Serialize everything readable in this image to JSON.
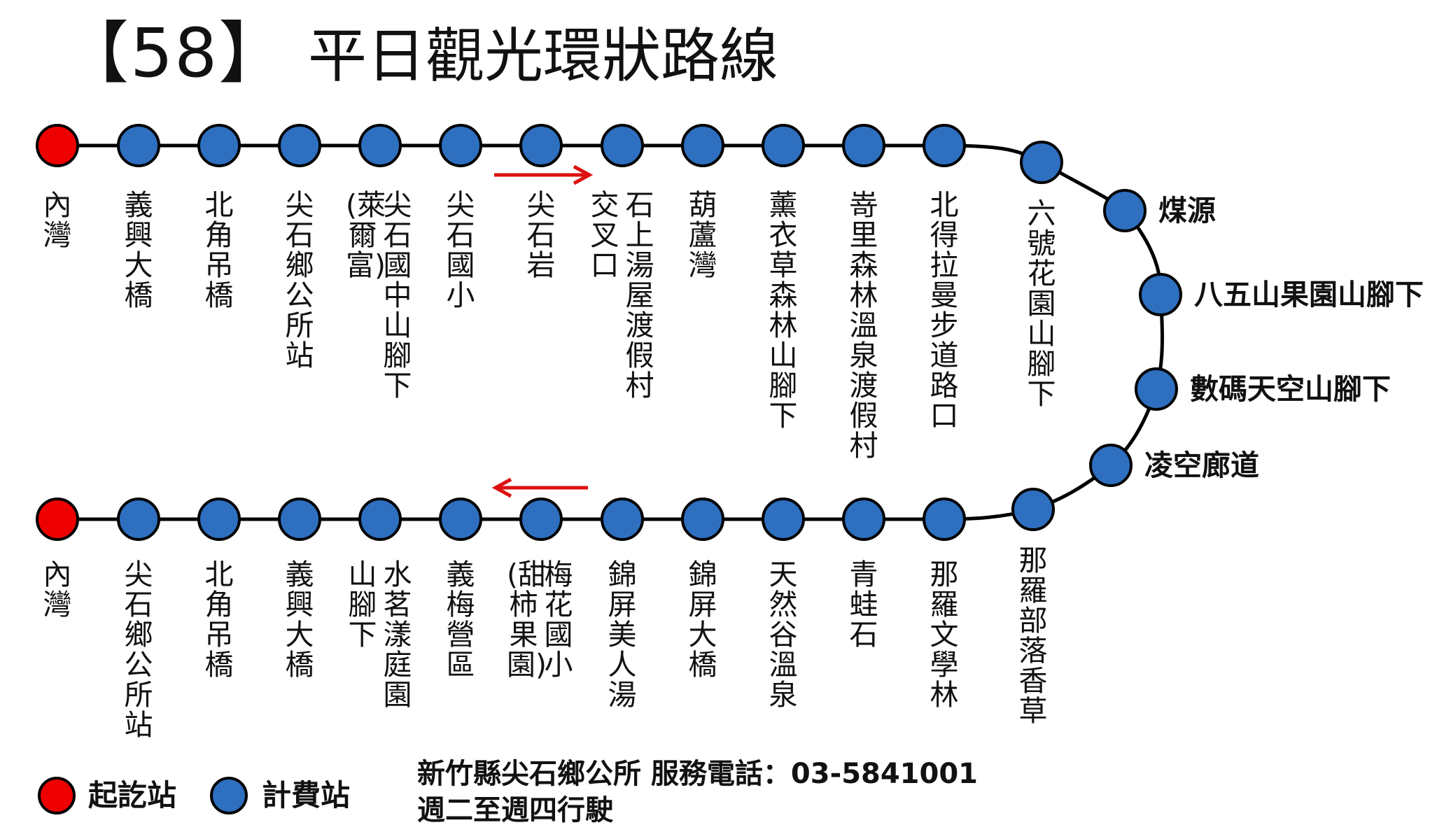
{
  "title": {
    "route_number": "【58】",
    "route_name": "平日觀光環狀路線"
  },
  "colors": {
    "start_station": "#ee0000",
    "fare_station": "#2e6fc0",
    "line": "#000000",
    "arrow": "#dd1111"
  },
  "outbound_stations": [
    {
      "type": "start",
      "lines": [
        "內灣"
      ]
    },
    {
      "type": "fare",
      "lines": [
        "義興大橋"
      ]
    },
    {
      "type": "fare",
      "lines": [
        "北角吊橋"
      ]
    },
    {
      "type": "fare",
      "lines": [
        "尖石鄉公所站"
      ]
    },
    {
      "type": "fare",
      "lines": [
        "尖石國中山腳下",
        "(萊爾富)"
      ]
    },
    {
      "type": "fare",
      "lines": [
        "尖石國小"
      ]
    },
    {
      "type": "fare",
      "lines": [
        "尖石岩"
      ]
    },
    {
      "type": "fare",
      "lines": [
        "石上湯屋渡假村",
        "交叉口"
      ]
    },
    {
      "type": "fare",
      "lines": [
        "葫蘆灣"
      ]
    },
    {
      "type": "fare",
      "lines": [
        "薰衣草森林山腳下"
      ]
    },
    {
      "type": "fare",
      "lines": [
        "嵜里森林溫泉渡假村"
      ]
    },
    {
      "type": "fare",
      "lines": [
        "北得拉曼步道路口"
      ]
    }
  ],
  "loop_stations": [
    {
      "type": "fare",
      "label": "六號花園山腳下",
      "orientation": "vertical"
    },
    {
      "type": "fare",
      "label": "煤源",
      "orientation": "horizontal"
    },
    {
      "type": "fare",
      "label": "八五山果園山腳下",
      "orientation": "horizontal"
    },
    {
      "type": "fare",
      "label": "數碼天空山腳下",
      "orientation": "horizontal"
    },
    {
      "type": "fare",
      "label": "凌空廊道",
      "orientation": "horizontal"
    },
    {
      "type": "fare",
      "label": "那羅部落香草",
      "orientation": "vertical"
    }
  ],
  "inbound_stations": [
    {
      "type": "start",
      "lines": [
        "內灣"
      ]
    },
    {
      "type": "fare",
      "lines": [
        "尖石鄉公所站"
      ]
    },
    {
      "type": "fare",
      "lines": [
        "北角吊橋"
      ]
    },
    {
      "type": "fare",
      "lines": [
        "義興大橋"
      ]
    },
    {
      "type": "fare",
      "lines": [
        "水茗漾庭園",
        "山腳下"
      ]
    },
    {
      "type": "fare",
      "lines": [
        "義梅營區"
      ]
    },
    {
      "type": "fare",
      "lines": [
        "梅花國小",
        "(甜柿果園)"
      ]
    },
    {
      "type": "fare",
      "lines": [
        "錦屏美人湯"
      ]
    },
    {
      "type": "fare",
      "lines": [
        "錦屏大橋"
      ]
    },
    {
      "type": "fare",
      "lines": [
        "天然谷溫泉"
      ]
    },
    {
      "type": "fare",
      "lines": [
        "青蛙石"
      ]
    },
    {
      "type": "fare",
      "lines": [
        "那羅文學林"
      ]
    }
  ],
  "legend": {
    "start_label": "起訖站",
    "fare_label": "計費站"
  },
  "footer": {
    "line1": "新竹縣尖石鄉公所 服務電話：03-5841001",
    "line2": "週二至週四行駛"
  }
}
